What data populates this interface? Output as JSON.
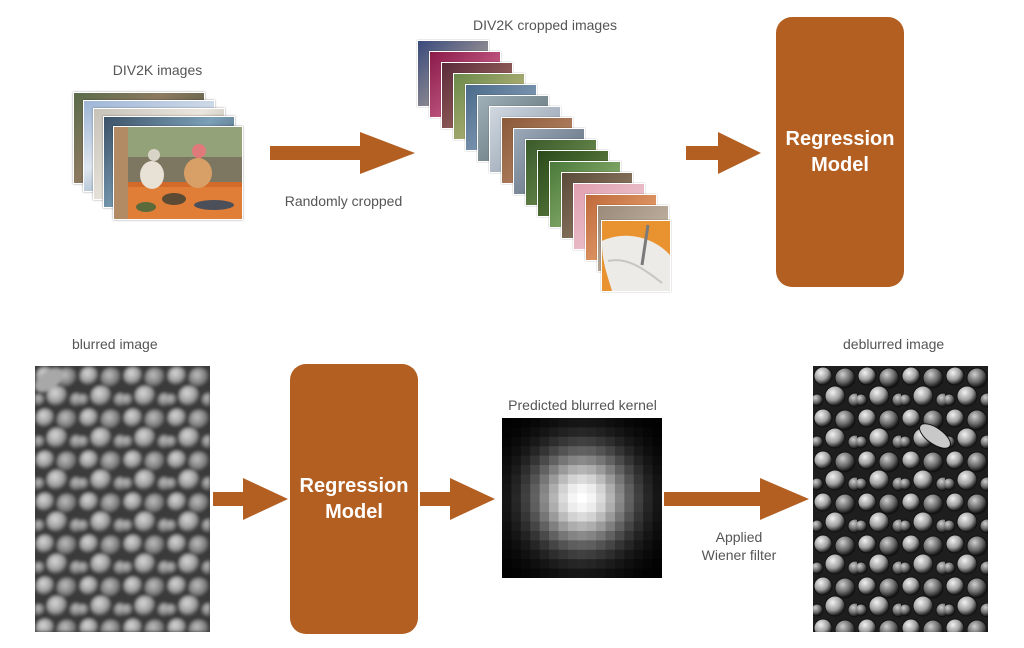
{
  "colors": {
    "accent": "#b35f22",
    "label_text": "#555555",
    "model_text": "#ffffff"
  },
  "top_row": {
    "div2k_label": "DIV2K images",
    "crop_arrow_label": "Randomly cropped",
    "cropped_label": "DIV2K cropped images",
    "model_label": "Regression\nModel"
  },
  "bottom_row": {
    "blurred_label": "blurred image",
    "model_label": "Regression\nModel",
    "kernel_label": "Predicted blurred kernel",
    "wiener_label": "Applied\nWiener filter",
    "deblurred_label": "deblurred image"
  },
  "icons": {
    "arrow": "right-arrow-icon"
  }
}
